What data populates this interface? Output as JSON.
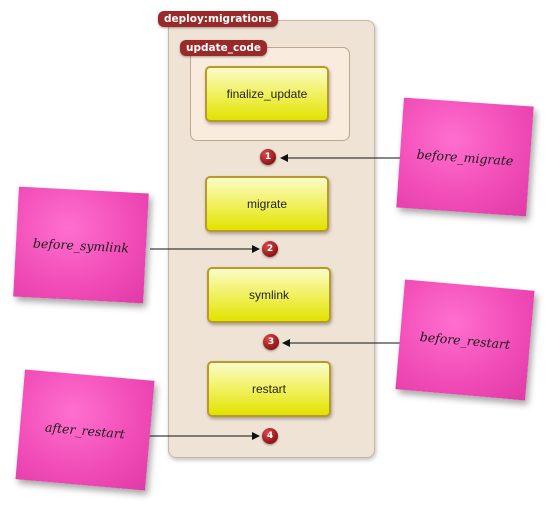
{
  "groups": {
    "outer_label": "deploy:migrations",
    "inner_label": "update_code"
  },
  "tasks": [
    "finalize_update",
    "migrate",
    "symlink",
    "restart"
  ],
  "markers": [
    "1",
    "2",
    "3",
    "4"
  ],
  "notes": [
    "before_migrate",
    "before_symlink",
    "before_restart",
    "after_restart"
  ],
  "colors": {
    "note_pink": "#f04bb6",
    "task_yellow": "#f2f26a",
    "marker_red": "#9a2a2a",
    "group_beige": "#efe3d6"
  }
}
